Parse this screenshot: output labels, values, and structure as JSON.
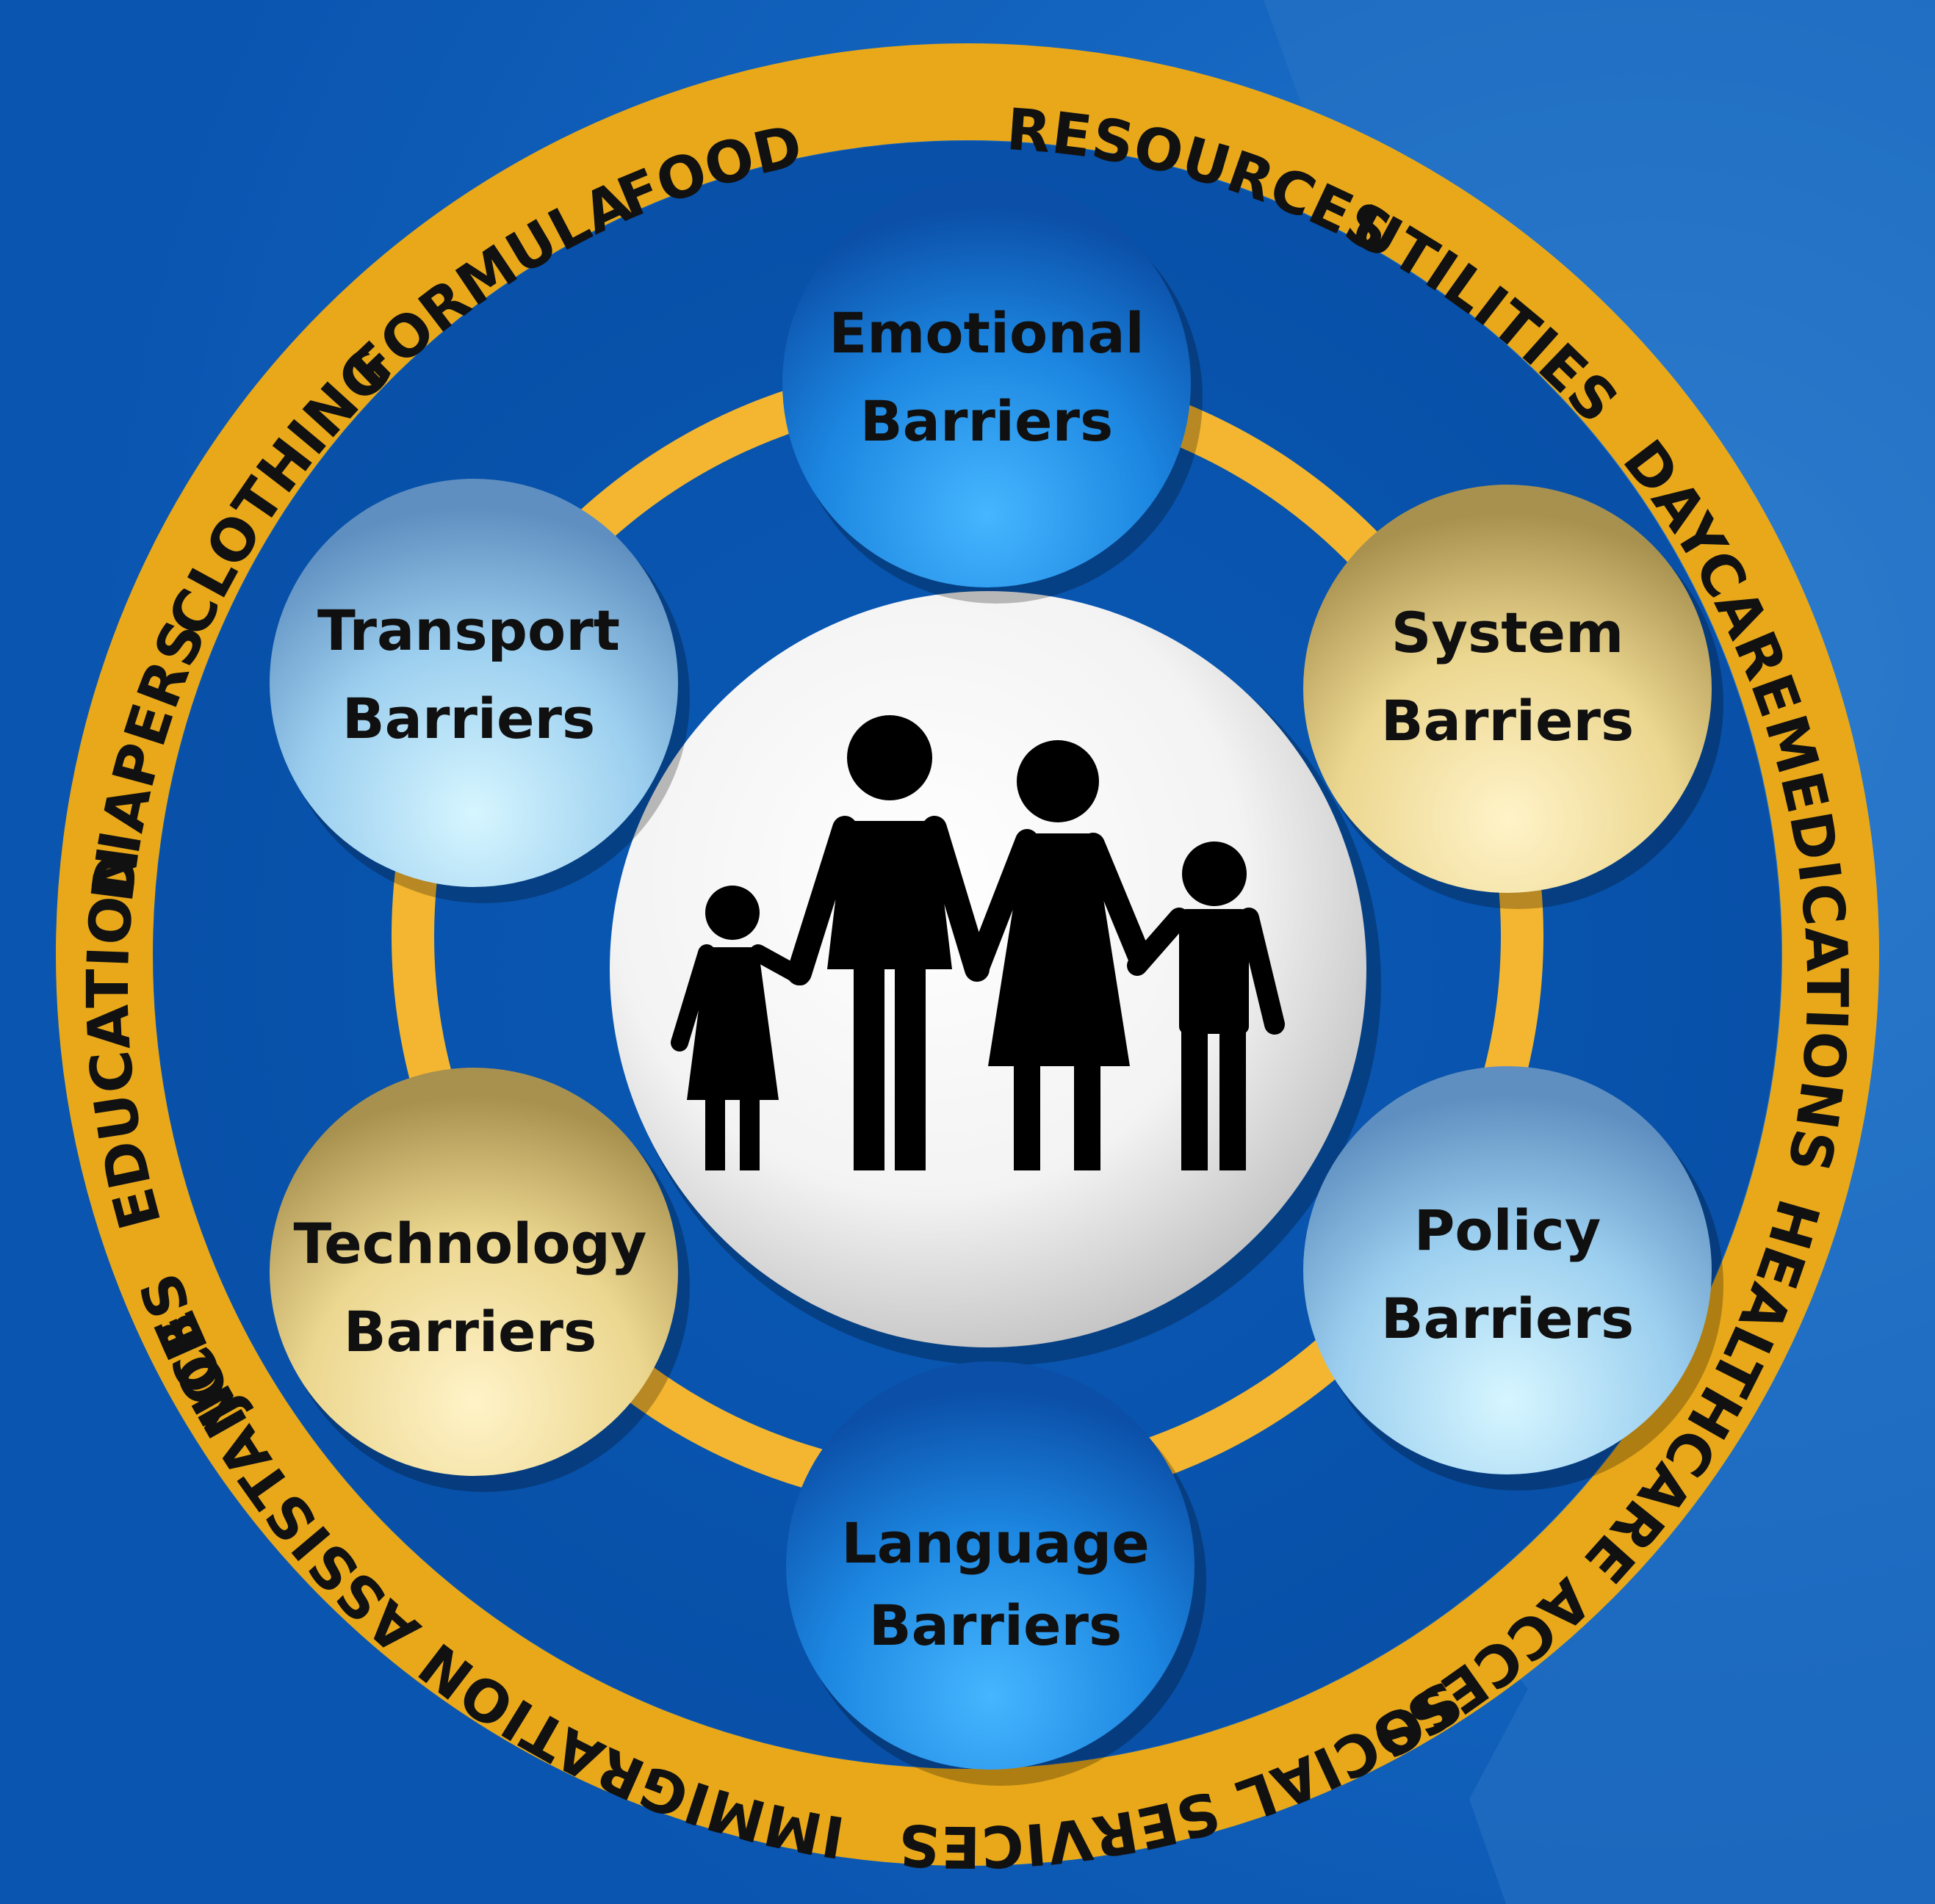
{
  "colors": {
    "background": "#0a57b4",
    "ring_gold": "#e8a81a",
    "inner_ring_gold": "#f4b630",
    "dark_blue_node": "#1f8be6",
    "light_blue_node": "#a8d8f5",
    "gold_node": "#f0dd98",
    "text": "#111111"
  },
  "outer_ring": {
    "labels": [
      "RESOURCES",
      "UTILITIES",
      "DAYCARE",
      "MEDICATIONS",
      "HEALTHCARE ACCESS",
      "SOCIAL SERVICES",
      "IMMIGRATION ASSISTANCE",
      "JOBS",
      "EDUCATION",
      "DIAPERS",
      "CLOTHING",
      "FORMULA",
      "FOOD"
    ]
  },
  "center": {
    "icon": "family-icon"
  },
  "barriers": [
    {
      "line1": "Emotional",
      "line2": "Barriers",
      "style": "dark-blue"
    },
    {
      "line1": "System",
      "line2": "Barriers",
      "style": "gold"
    },
    {
      "line1": "Policy",
      "line2": "Barriers",
      "style": "light-blue"
    },
    {
      "line1": "Language",
      "line2": "Barriers",
      "style": "dark-blue"
    },
    {
      "line1": "Technology",
      "line2": "Barriers",
      "style": "gold"
    },
    {
      "line1": "Transport",
      "line2": "Barriers",
      "style": "light-blue"
    }
  ]
}
